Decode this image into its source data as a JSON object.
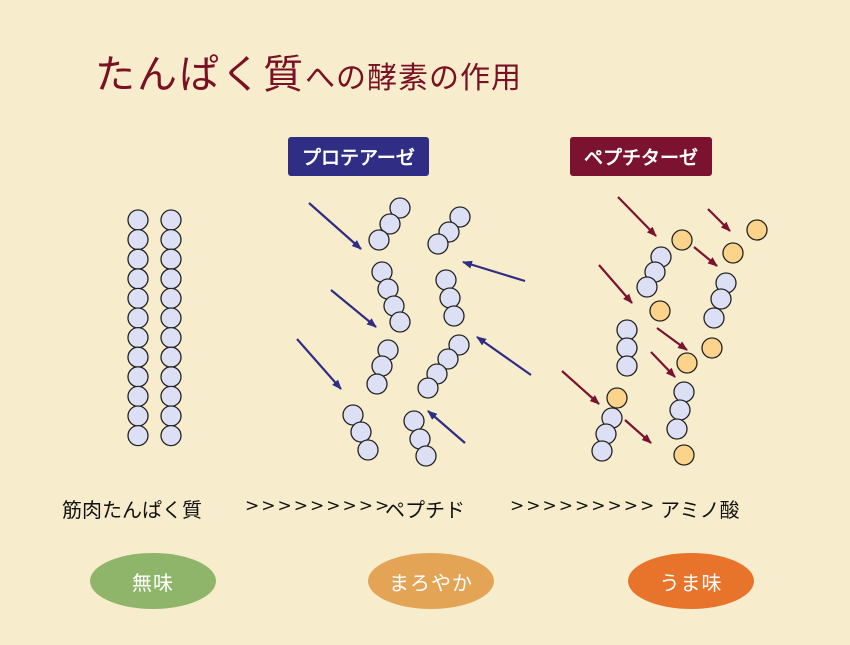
{
  "title": {
    "main": "たんぱく質",
    "sub": "への酵素の作用"
  },
  "enzymes": {
    "protease": "プロテアーゼ",
    "peptidase": "ペプチターゼ"
  },
  "stages": {
    "protein": "筋肉たんぱく質",
    "arrows1": ">>>>>>>>>",
    "peptide": "ペプチド",
    "arrows2": ">>>>>>>>>",
    "amino": "アミノ酸"
  },
  "tastes": {
    "t1": "無味",
    "t2": "まろやか",
    "t3": "うま味"
  },
  "colors": {
    "background": "#f7edcc",
    "title": "#7a1024",
    "protease": "#2f2d84",
    "peptidase": "#7a1230",
    "bead": "#dde0f5",
    "amino_bead": "#fbd38a",
    "taste1": "#8fb56a",
    "taste2": "#e3a456",
    "taste3": "#e8742c"
  }
}
